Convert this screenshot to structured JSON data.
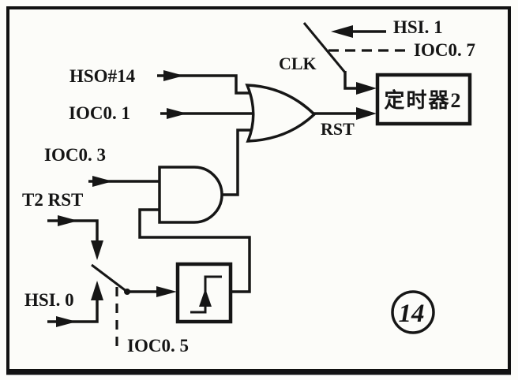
{
  "diagram": {
    "type": "scanned logic circuit diagram (timer 2 clock and reset logic)",
    "figure_number": "14",
    "colors": {
      "ink": "#161616",
      "paper": "#fcfcf9"
    },
    "labels": {
      "hsi1": "HSI. 1",
      "ioc0_7": "IOC0. 7",
      "clk": "CLK",
      "hso14": "HSO#14",
      "ioc0_1": "IOC0. 1",
      "rst": "RST",
      "ioc0_3": "IOC0. 3",
      "t2_rst": "T2 RST",
      "hsi0": "HSI. 0",
      "ioc0_5": "IOC0. 5",
      "timer_box": "定时器2"
    },
    "connections": [
      "HSI.1 feeds a switch controlled by IOC0.7 into the CLK input of 定时器2",
      "HSO#14, IOC0.1 and the AND gate output feed a 3-input OR gate driving the RST input of 定时器2",
      "IOC0.3 and the rising-edge detector output feed the AND gate",
      "T2 RST and HSI.0 feed a switch controlled by IOC0.5 into the rising-edge detector"
    ]
  }
}
